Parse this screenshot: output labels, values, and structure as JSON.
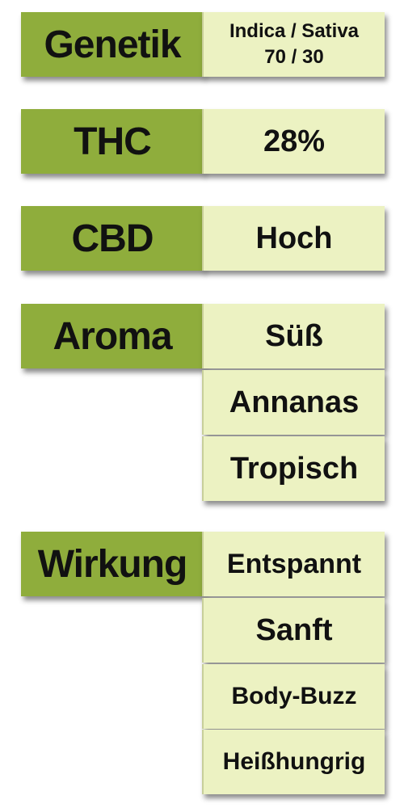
{
  "rows": {
    "genetik": {
      "label": "Genetik",
      "value_line1": "Indica / Sativa",
      "value_line2": "70 / 30"
    },
    "thc": {
      "label": "THC",
      "value": "28%"
    },
    "cbd": {
      "label": "CBD",
      "value": "Hoch"
    },
    "aroma": {
      "label": "Aroma",
      "values": [
        "Süß",
        "Annanas",
        "Tropisch"
      ]
    },
    "wirkung": {
      "label": "Wirkung",
      "values": [
        "Entspannt",
        "Sanft",
        "Body-Buzz",
        "Heißhungrig"
      ]
    }
  },
  "colors": {
    "label_bg": "#8fad3c",
    "value_bg": "#ecf2c2",
    "text": "#111111"
  }
}
